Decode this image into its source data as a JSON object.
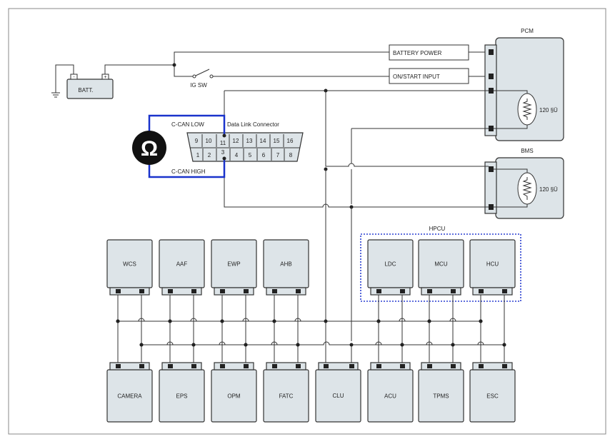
{
  "battery": {
    "label": "BATT.",
    "minus": "-",
    "plus": "+"
  },
  "ig_switch": {
    "label": "IG SW"
  },
  "signals": {
    "battery_power": "BATTERY POWER",
    "on_start": "ON/START INPUT"
  },
  "pcm": {
    "title": "PCM",
    "resistor_label": "120 §Ü"
  },
  "bms": {
    "title": "BMS",
    "resistor_label": "120 §Ü"
  },
  "dlc": {
    "title": "Data Link Connector",
    "top_pins": [
      "9",
      "10",
      "11",
      "12",
      "13",
      "14",
      "15",
      "16"
    ],
    "bottom_pins": [
      "1",
      "2",
      "3",
      "4",
      "5",
      "6",
      "7",
      "8"
    ],
    "can_low_label": "C-CAN LOW",
    "can_high_label": "C-CAN HIGH"
  },
  "meter": {
    "symbol": "Ω"
  },
  "hpcu": {
    "title": "HPCU"
  },
  "top_modules": [
    "WCS",
    "AAF",
    "EWP",
    "AHB",
    "LDC",
    "MCU",
    "HCU"
  ],
  "bottom_modules": [
    "CAMERA",
    "EPS",
    "OPM",
    "FATC",
    "CLU",
    "ACU",
    "TPMS",
    "ESC"
  ],
  "colors": {
    "module_fill": "#dde4e8",
    "can_highlight": "#1a33cc",
    "hpcu_border": "#2a3fd0"
  }
}
